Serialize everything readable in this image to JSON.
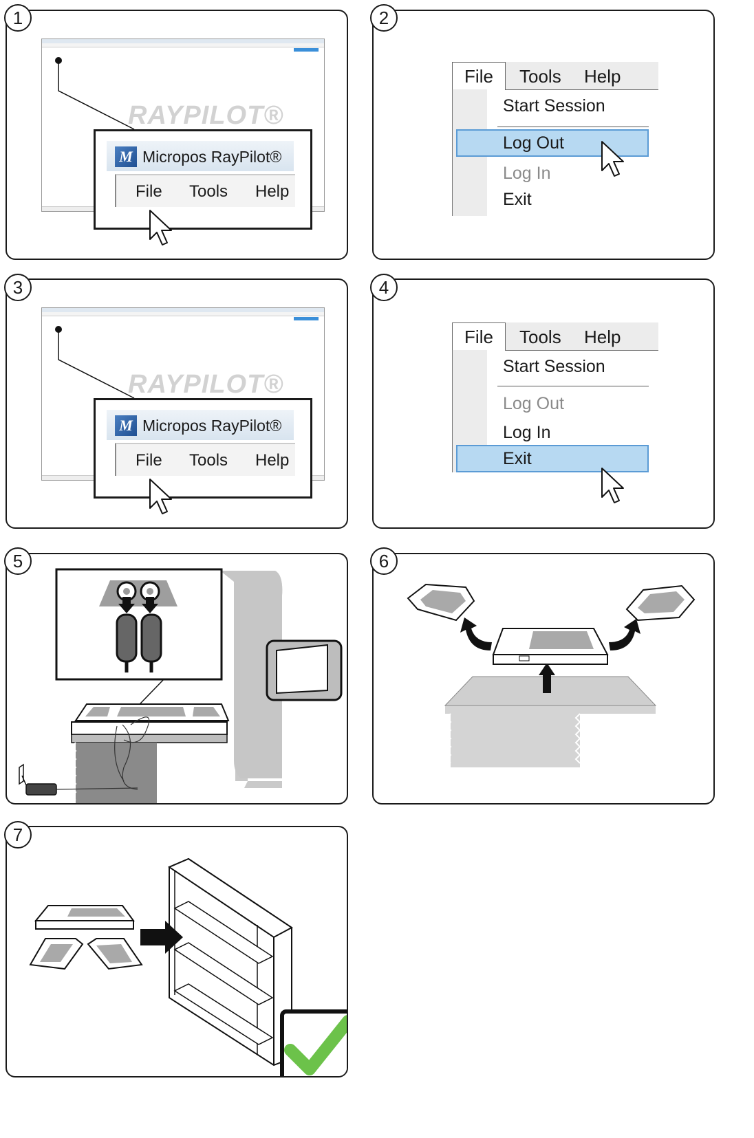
{
  "steps": [
    "1",
    "2",
    "3",
    "4",
    "5",
    "6",
    "7"
  ],
  "app": {
    "window_title": "Micropos RayPilot®",
    "watermark": "RAYPILOT®",
    "menu": {
      "file": "File",
      "tools": "Tools",
      "help": "Help"
    }
  },
  "file_menu_step2": {
    "items": [
      "Start Session",
      "Log Out",
      "Log In",
      "Exit"
    ],
    "highlighted": "Log Out",
    "disabled": [
      "Log In"
    ]
  },
  "file_menu_step4": {
    "items": [
      "Start Session",
      "Log Out",
      "Log In",
      "Exit"
    ],
    "highlighted": "Exit",
    "disabled": [
      "Log Out"
    ]
  },
  "colors": {
    "highlight_fill": "#b7d9f2",
    "highlight_border": "#5b9bd5",
    "check_green": "#6cc24a",
    "device_gray": "#a9a9a9"
  }
}
